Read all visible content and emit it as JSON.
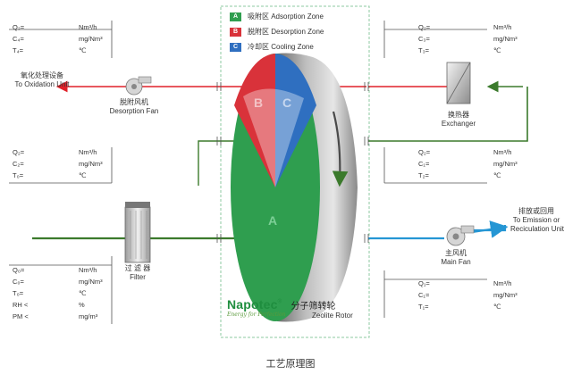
{
  "legend": [
    {
      "code": "A",
      "label": "吸附区 Adsorption Zone",
      "color": "#2f9e4f"
    },
    {
      "code": "B",
      "label": "脱附区 Desorption Zone",
      "color": "#d9323a"
    },
    {
      "code": "C",
      "label": "冷却区 Cooling Zone",
      "color": "#2f6fc0"
    }
  ],
  "rotor": {
    "brand": "Napotec",
    "registered": "®",
    "tagline": "Energy for Perfection",
    "name_cn": "分子筛转轮",
    "name_en": "Zeolite Rotor",
    "zone_a": "A",
    "zone_b": "B",
    "zone_c": "C"
  },
  "equipment": {
    "oxidation_cn": "氧化处理设备",
    "oxidation_en": "To Oxidation Unit",
    "desorption_fan_cn": "脱附风机",
    "desorption_fan_en": "Desorption Fan",
    "exchanger_cn": "换热器",
    "exchanger_en": "Exchanger",
    "filter_cn": "过 滤 器",
    "filter_en": "Filter",
    "main_fan_cn": "主风机",
    "main_fan_en": "Main Fan",
    "emission_cn": "排放或回用",
    "emission_en1": "To Emission or",
    "emission_en2": "Reciculation Unit"
  },
  "params": {
    "desorption_out": [
      {
        "name": "Q₂=",
        "unit": "Nm³/h"
      },
      {
        "name": "C₄=",
        "unit": "mg/Nm³"
      },
      {
        "name": "T₄=",
        "unit": "℃"
      }
    ],
    "exchanger_out": [
      {
        "name": "Q₂=",
        "unit": "Nm³/h"
      },
      {
        "name": "C₃=",
        "unit": "mg/Nm³"
      },
      {
        "name": "T₃=",
        "unit": "℃"
      }
    ],
    "cooling_in": [
      {
        "name": "Q₂=",
        "unit": "Nm³/h"
      },
      {
        "name": "C₂=",
        "unit": "mg/Nm³"
      },
      {
        "name": "T₀=",
        "unit": "℃"
      }
    ],
    "cooling_out": [
      {
        "name": "Q₂=",
        "unit": "Nm³/h"
      },
      {
        "name": "C₁=",
        "unit": "mg/Nm³"
      },
      {
        "name": "T₂=",
        "unit": "℃"
      }
    ],
    "inlet": [
      {
        "name": "Q₀=",
        "unit": "Nm³/h"
      },
      {
        "name": "C₀=",
        "unit": "mg/Nm³"
      },
      {
        "name": "T₀=",
        "unit": "℃"
      },
      {
        "name": "RH  <",
        "unit": "%"
      },
      {
        "name": "PM  <",
        "unit": "mg/m³"
      }
    ],
    "outlet": [
      {
        "name": "Q₁=",
        "unit": "Nm³/h"
      },
      {
        "name": "C₁=",
        "unit": "mg/Nm³"
      },
      {
        "name": "T₁=",
        "unit": "℃"
      }
    ]
  },
  "caption": "工艺原理图",
  "colors": {
    "red": "#e02028",
    "green": "#3b7a2c",
    "blue": "#2596d4",
    "rotor_green": "#2f9e4f",
    "rotor_red": "#d9323a",
    "rotor_blue": "#2f6fc0"
  }
}
